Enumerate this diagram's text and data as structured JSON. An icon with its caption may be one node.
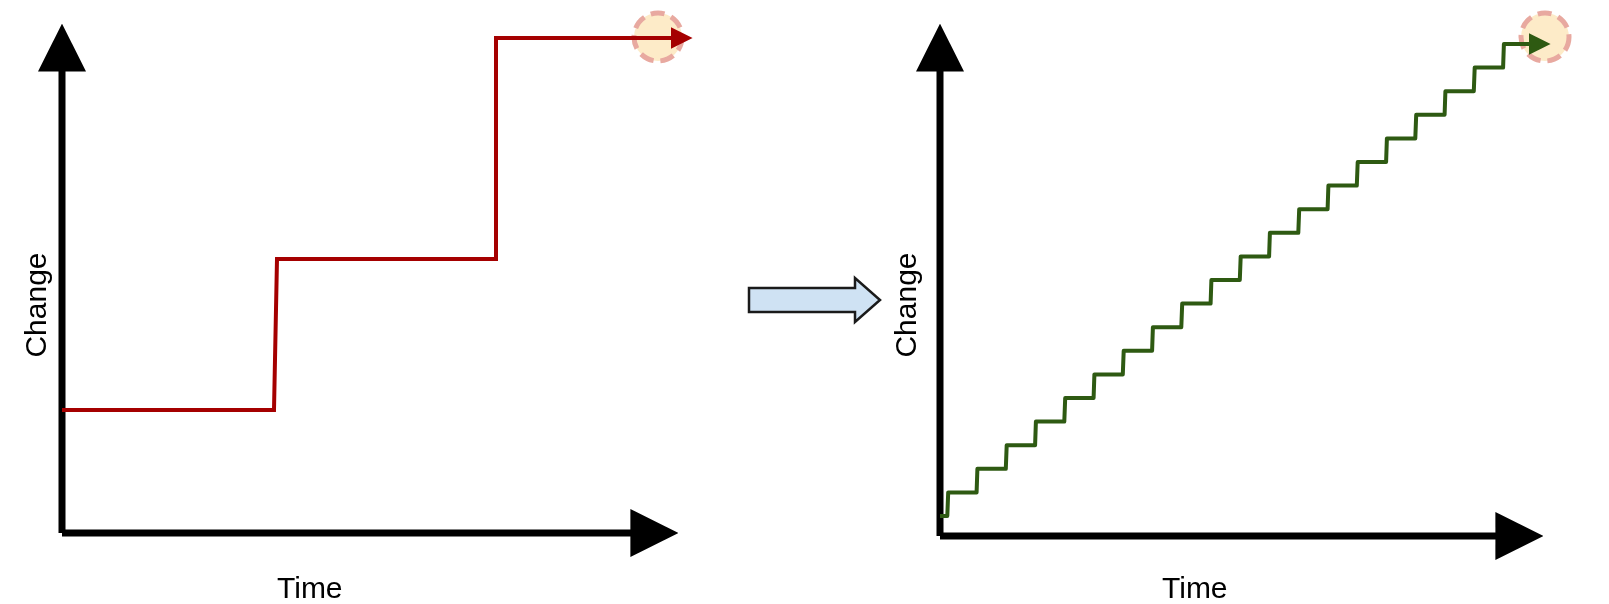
{
  "diagram": {
    "labels": [
      "Change",
      "Time",
      "Change",
      "Time"
    ]
  }
}
